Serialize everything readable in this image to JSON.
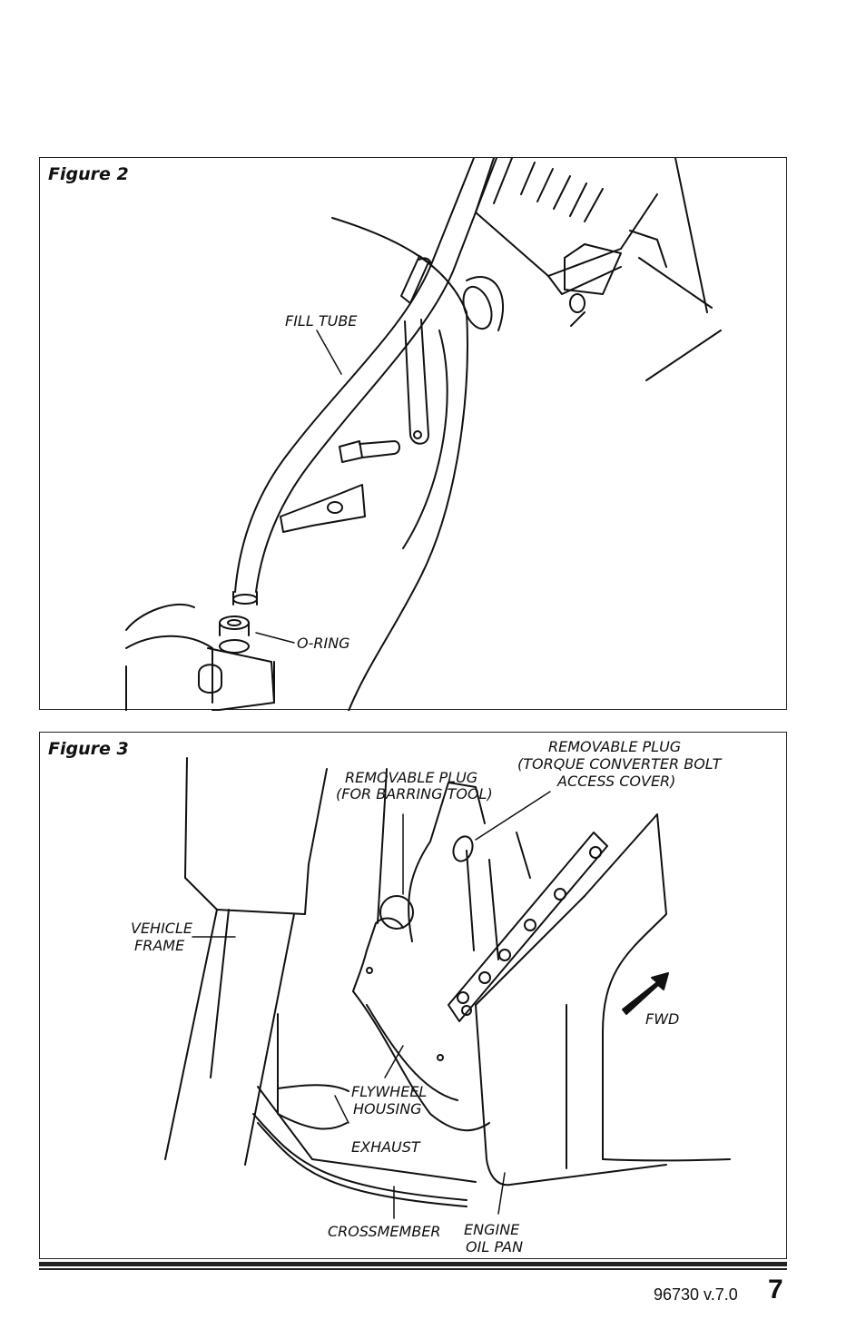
{
  "figure2": {
    "title": "Figure 2",
    "labels": {
      "fill_tube": "FILL TUBE",
      "o_ring": "O-RING"
    }
  },
  "figure3": {
    "title": "Figure 3",
    "labels": {
      "plug_barring_1": "REMOVABLE PLUG",
      "plug_barring_2": "(FOR BARRING TOOL)",
      "plug_torque_1": "REMOVABLE PLUG",
      "plug_torque_2": "(TORQUE CONVERTER BOLT",
      "plug_torque_3": "ACCESS COVER)",
      "vehicle_frame_1": "VEHICLE",
      "vehicle_frame_2": "FRAME",
      "fwd": "FWD",
      "flywheel_1": "FLYWHEEL",
      "flywheel_2": "HOUSING",
      "exhaust": "EXHAUST",
      "crossmember": "CROSSMEMBER",
      "oil_pan_1": "ENGINE",
      "oil_pan_2": "OIL PAN"
    }
  },
  "footer": {
    "doc_version": "96730 v.7.0",
    "page_number": "7"
  }
}
